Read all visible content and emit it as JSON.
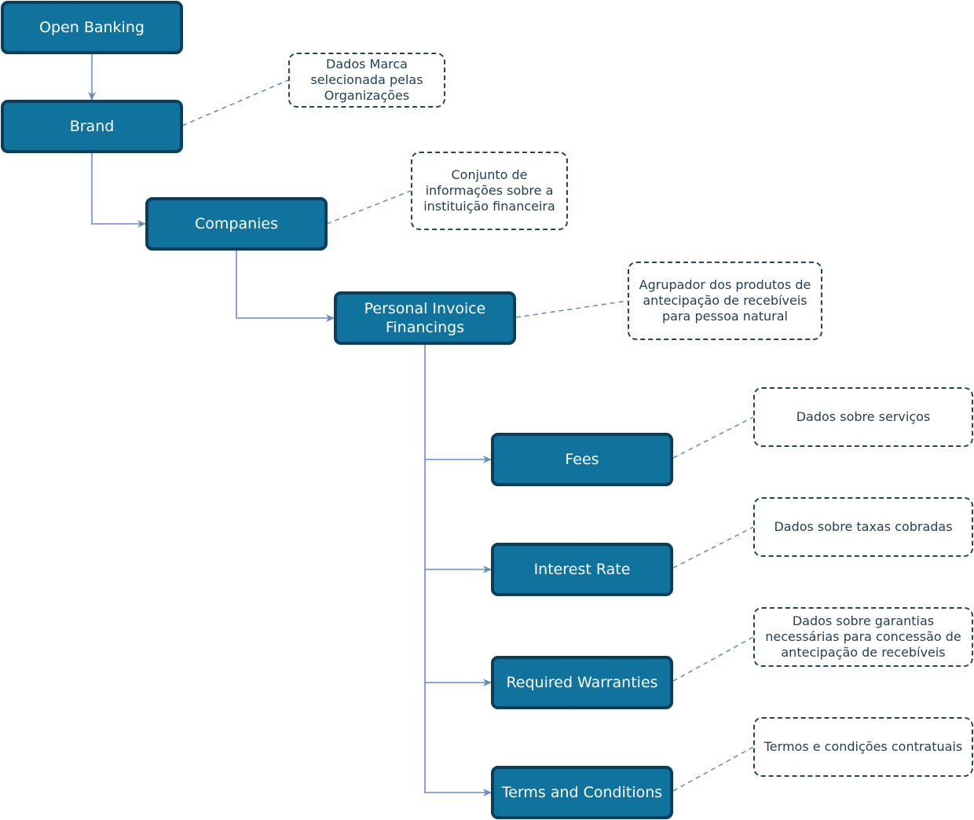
{
  "nodes": {
    "open_banking": "Open Banking",
    "brand": "Brand",
    "companies": "Companies",
    "personal_invoice_financings": "Personal Invoice Financings",
    "fees": "Fees",
    "interest_rate": "Interest Rate",
    "required_warranties": "Required Warranties",
    "terms_and_conditions": "Terms and Conditions"
  },
  "notes": {
    "brand": "Dados Marca selecionada pelas Organizações",
    "companies": "Conjunto de informações sobre a instituição financeira",
    "personal_invoice_financings": "Agrupador dos produtos de antecipação de recebíveis para pessoa natural",
    "fees": "Dados sobre serviços",
    "interest_rate": "Dados sobre taxas cobradas",
    "required_warranties": "Dados sobre garantias necessárias para concessão de antecipação de recebíveis",
    "terms_and_conditions": "Termos e condições contratuais"
  },
  "colors": {
    "node_fill": "#10739e",
    "node_border": "#0b3d5c",
    "connector": "#6c8ebf",
    "note_border": "#23445d"
  }
}
